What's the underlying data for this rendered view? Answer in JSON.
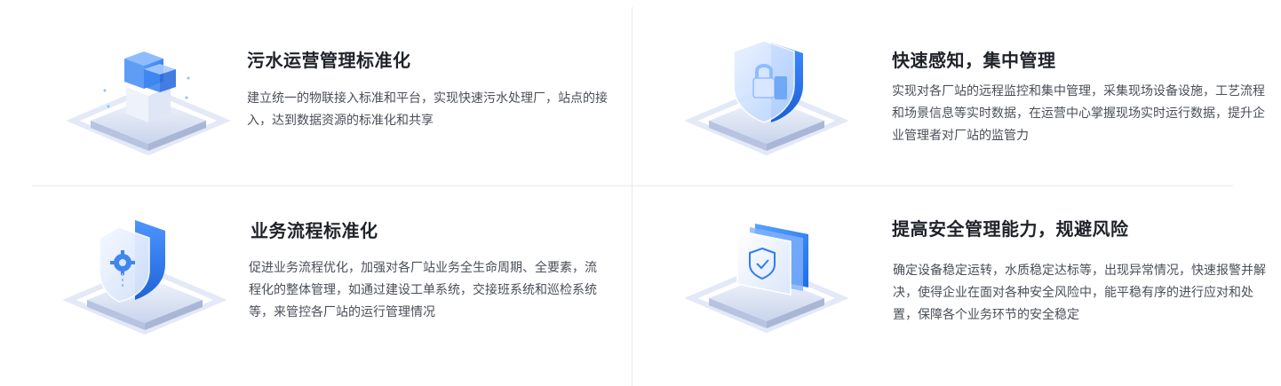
{
  "features": [
    {
      "title": "污水运营管理标准化",
      "description": "建立统一的物联接入标准和平台，实现快速污水处理厂，站点的接入，达到数据资源的标准化和共享",
      "icon": "cube-standardization-icon"
    },
    {
      "title": "快速感知，集中管理",
      "description": "实现对各厂站的远程监控和集中管理，采集现场设备设施，工艺流程和场景信息等实时数据，在运营中心掌握现场实时运行数据，提升企业管理者对厂站的监管力",
      "icon": "shield-lock-icon"
    },
    {
      "title": "业务流程标准化",
      "description": "促进业务流程优化，加强对各厂站业务全生命周期、全要素，流程化的整体管理，如通过建设工单系统，交接班系统和巡检系统等，来管控各厂站的运行管理情况",
      "icon": "shield-gear-icon"
    },
    {
      "title": "提高安全管理能力，规避风险",
      "description": "确定设备稳定运转，水质稳定达标等，出现异常情况，快速报警并解决，使得企业在面对各种安全风险中，能平稳有序的进行应对和处置，保障各个业务环节的安全稳定",
      "icon": "shield-check-panel-icon"
    }
  ],
  "colors": {
    "accent": "#2f7bf5",
    "accent_light": "#8fbcff",
    "platform": "#dfe6f5",
    "title": "#1f2329",
    "text": "#4a4f57",
    "divider": "#e6e8ee"
  }
}
